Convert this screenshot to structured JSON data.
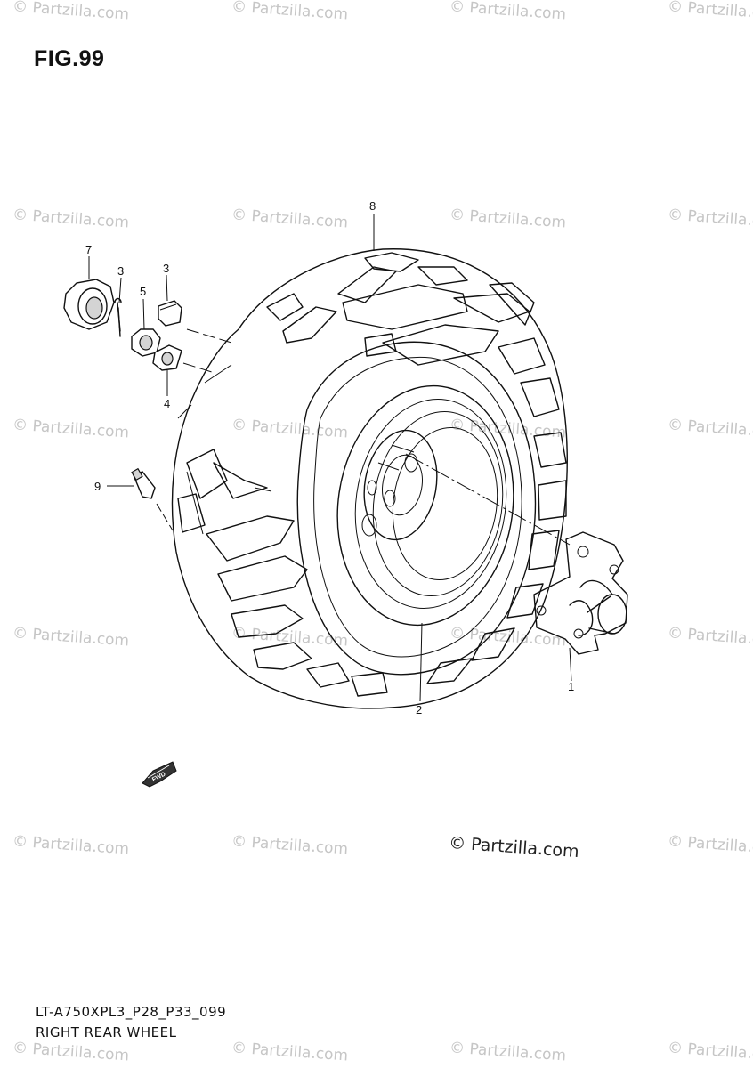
{
  "figure_title": "FIG.99",
  "watermark_text": "© Partzilla.com",
  "copyright_text": "© Partzilla.com",
  "footer": {
    "code": "LT-A750XPL3_P28_P33_099",
    "name": "RIGHT REAR WHEEL"
  },
  "fwd_label": "FWD",
  "callouts": {
    "hub": "1",
    "wheel": "2",
    "cap": "3",
    "cotter_pin": "3",
    "washer": "4",
    "castle_nut": "5",
    "cap_nut": "7",
    "tire": "8",
    "valve": "9"
  }
}
